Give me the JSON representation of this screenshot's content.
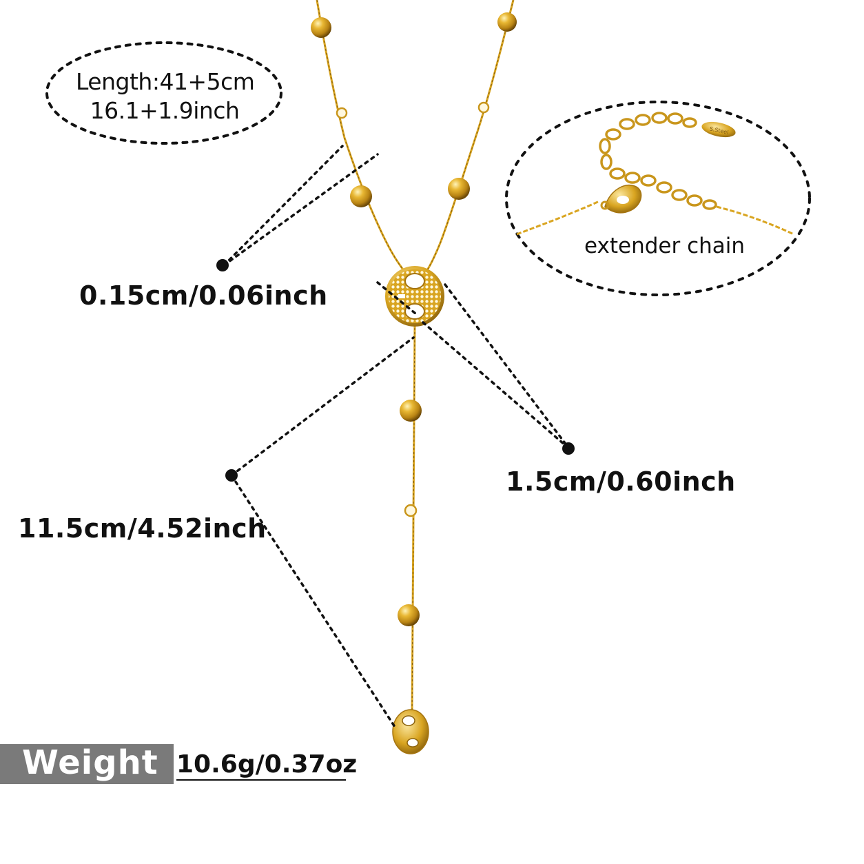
{
  "specs": {
    "length_line1": "Length:41+5cm",
    "length_line2": "16.1+1.9inch",
    "chain_thickness": "0.15cm/0.06inch",
    "pendant_size": "1.5cm/0.60inch",
    "drop_length": "11.5cm/4.52inch",
    "extender_label": "extender chain",
    "tag_text": "S.Steel",
    "weight_label": "Weight",
    "weight_value": "10.6g/0.37oz"
  },
  "colors": {
    "gold": "#d9a521",
    "gold_dark": "#a57410",
    "gold_light": "#f7dc7a",
    "ink": "#111111",
    "weight_box": "#7a7a7a"
  },
  "icons": [
    "pendant-disc-icon",
    "bead-icon",
    "rhinestone-icon",
    "lobster-clasp-icon"
  ]
}
